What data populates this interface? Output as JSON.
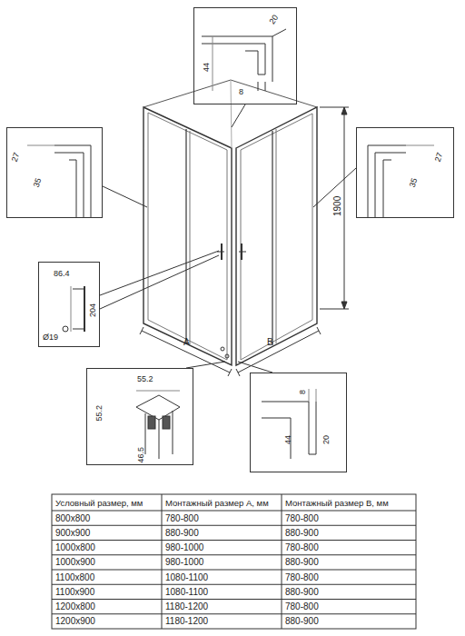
{
  "diagram": {
    "nodes": [
      {
        "text": [
          "20",
          "44",
          "8"
        ]
      },
      {
        "text": [
          "27",
          "35"
        ]
      },
      {
        "text": [
          "27",
          "35"
        ]
      },
      {
        "text": [
          "86.4",
          "204",
          "Ø19"
        ]
      },
      {
        "text": [
          "55.2",
          "55.2",
          "46.5"
        ]
      },
      {
        "text": [
          "8",
          "44",
          "20"
        ]
      }
    ],
    "edges": [],
    "labels": [
      "1900",
      "A",
      "B",
      "Условный размер, мм",
      "Монтажный размер А, мм",
      "Монтажный размер В, мм",
      "800x800",
      "780-800",
      "780-800",
      "900x900",
      "880-900",
      "880-900",
      "1000x800",
      "980-1000",
      "780-800",
      "1000x900",
      "980-1000",
      "880-900",
      "1100x800",
      "1080-1100",
      "780-800",
      "1100x900",
      "1080-1100",
      "880-900",
      "1200x800",
      "1180-1200",
      "780-800",
      "1200x900",
      "1180-1200",
      "880-900"
    ]
  }
}
